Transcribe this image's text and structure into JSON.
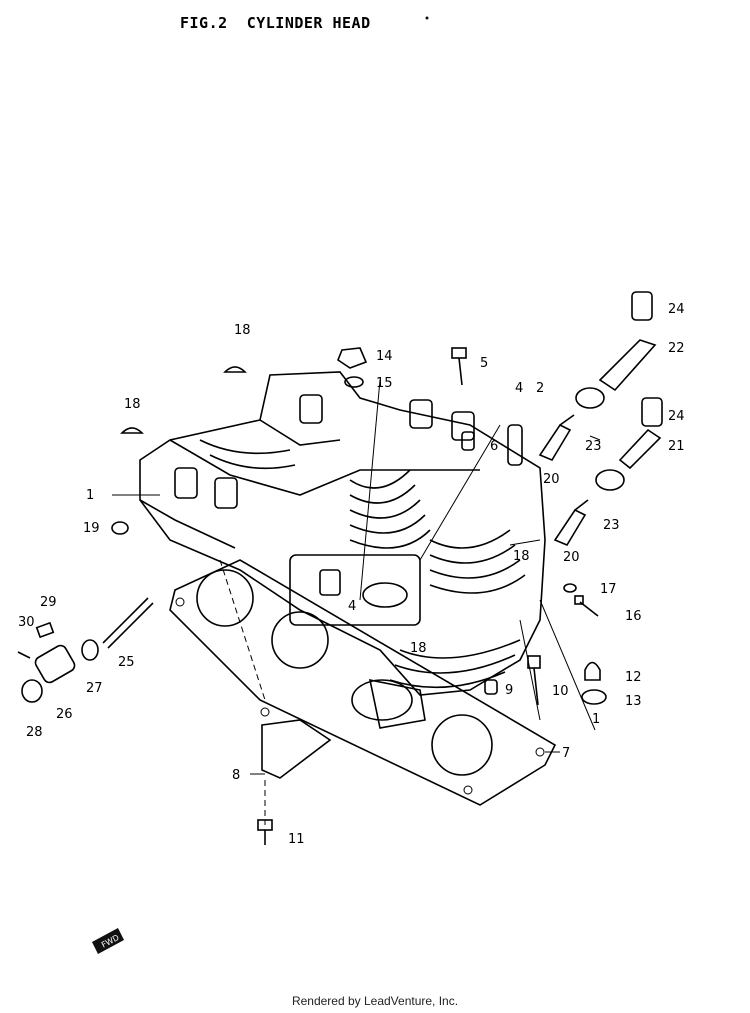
{
  "title": "FIG.2  CYLINDER HEAD",
  "footer": "Rendered by LeadVenture, Inc.",
  "badge": "FWD",
  "callouts": [
    {
      "id": "c24a",
      "text": "24"
    },
    {
      "id": "c22",
      "text": "22"
    },
    {
      "id": "c24b",
      "text": "24"
    },
    {
      "id": "c21",
      "text": "21"
    },
    {
      "id": "c23a",
      "text": "23"
    },
    {
      "id": "c23b",
      "text": "23"
    },
    {
      "id": "c20a",
      "text": "20"
    },
    {
      "id": "c20b",
      "text": "20"
    },
    {
      "id": "c2",
      "text": "2"
    },
    {
      "id": "c4a",
      "text": "4"
    },
    {
      "id": "c4b",
      "text": "4"
    },
    {
      "id": "c5",
      "text": "5"
    },
    {
      "id": "c6",
      "text": "6"
    },
    {
      "id": "c14",
      "text": "14"
    },
    {
      "id": "c15",
      "text": "15"
    },
    {
      "id": "c18a",
      "text": "18"
    },
    {
      "id": "c18b",
      "text": "18"
    },
    {
      "id": "c18c",
      "text": "18"
    },
    {
      "id": "c18d",
      "text": "18"
    },
    {
      "id": "c1a",
      "text": "1"
    },
    {
      "id": "c1b",
      "text": "1"
    },
    {
      "id": "c19",
      "text": "19"
    },
    {
      "id": "c17",
      "text": "17"
    },
    {
      "id": "c16",
      "text": "16"
    },
    {
      "id": "c12",
      "text": "12"
    },
    {
      "id": "c13",
      "text": "13"
    },
    {
      "id": "c9",
      "text": "9"
    },
    {
      "id": "c10",
      "text": "10"
    },
    {
      "id": "c7",
      "text": "7"
    },
    {
      "id": "c8",
      "text": "8"
    },
    {
      "id": "c11",
      "text": "11"
    },
    {
      "id": "c29",
      "text": "29"
    },
    {
      "id": "c30",
      "text": "30"
    },
    {
      "id": "c25",
      "text": "25"
    },
    {
      "id": "c27",
      "text": "27"
    },
    {
      "id": "c26",
      "text": "26"
    },
    {
      "id": "c28",
      "text": "28"
    }
  ]
}
